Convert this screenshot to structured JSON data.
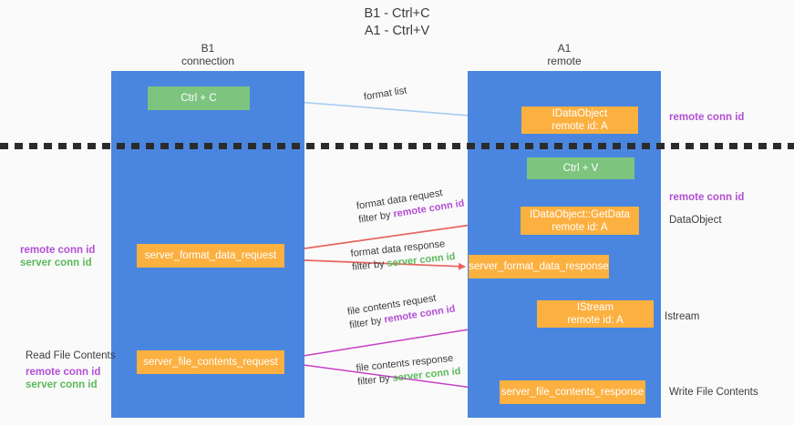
{
  "title": {
    "line1": "B1 - Ctrl+C",
    "line2": "A1 - Ctrl+V"
  },
  "columns": [
    {
      "name": "B1",
      "sub": "connection"
    },
    {
      "name": "A1",
      "sub": "remote"
    }
  ],
  "nodes": {
    "ctrl_c": {
      "label": "Ctrl + C"
    },
    "idataobject": {
      "line1": "IDataObject",
      "line2": "remote id: A"
    },
    "ctrl_v": {
      "label": "Ctrl + V"
    },
    "getdata": {
      "line1": "IDataObject::GetData",
      "line2": "remote id: A"
    },
    "server_format_data_request": {
      "label": "server_format_data_request"
    },
    "server_format_data_response": {
      "label": "server_format_data_response"
    },
    "istream": {
      "line1": "IStream",
      "line2": "remote id: A"
    },
    "server_file_contents_request": {
      "label": "server_file_contents_request"
    },
    "server_file_contents_response": {
      "label": "server_file_contents_response"
    }
  },
  "edges": {
    "format_list": "format list",
    "format_data_request": "format data request",
    "format_data_request_filter_pre": "filter by ",
    "format_data_request_filter_key": "remote conn id",
    "format_data_response": "format data response",
    "format_data_response_filter_pre": "filter by ",
    "format_data_response_filter_key": "server conn id",
    "file_contents_request": "file contents request",
    "file_contents_request_filter_pre": "filter by ",
    "file_contents_request_filter_key": "remote conn id",
    "file_contents_response": "file contents response",
    "file_contents_response_filter_pre": "filter by ",
    "file_contents_response_filter_key": "server conn id"
  },
  "annotations": {
    "right_remote_conn_id_top": "remote conn id",
    "right_remote_conn_id_mid": "remote conn id",
    "right_dataobject": "DataObject",
    "right_istream": "Istream",
    "right_write_file_contents": "Write File Contents",
    "left_remote_conn_id_mid": "remote conn id",
    "left_server_conn_id_mid": "server conn id",
    "left_read_file_contents": "Read File Contents",
    "left_remote_conn_id_bottom": "remote conn id",
    "left_server_conn_id_bottom": "server conn id"
  },
  "colors": {
    "lane": "#4a86e0",
    "node_green": "#7dc47f",
    "node_orange": "#fbb040",
    "accent_purple": "#b34fd4",
    "accent_green": "#5bb85b",
    "arrow_red": "#e9645f",
    "arrow_magenta": "#c63fc6",
    "arrow_lightblue": "#a8cdf0",
    "arrow_black": "#1a1a1a",
    "background": "#fafafa"
  }
}
